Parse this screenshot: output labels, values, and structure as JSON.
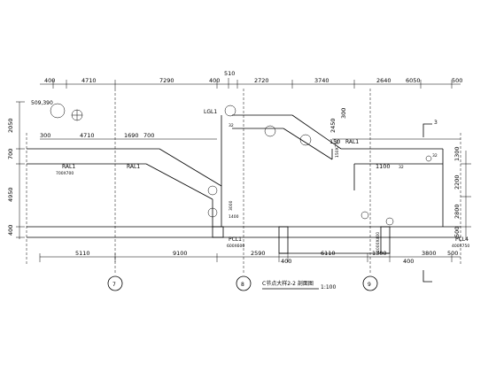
{
  "top_dims": [
    "400",
    "4710",
    "7290",
    "400",
    "510",
    "2720",
    "3740",
    "2640",
    "6050",
    "500"
  ],
  "top_dims_row2": [
    "300",
    "4710",
    "1690",
    "700",
    "150",
    "2450",
    "300",
    "1100"
  ],
  "left_dims": [
    "2050",
    "700",
    "4950",
    "400"
  ],
  "right_dims": [
    "1300",
    "2200",
    "2800",
    "500"
  ],
  "bottom_dims": [
    "5110",
    "9100",
    "400",
    "2590",
    "6110",
    "1300",
    "400",
    "3800",
    "500"
  ],
  "beam_labels": {
    "ral1_left": "RAL1",
    "ral1_left_size": "700X700",
    "ral1_mid": "RAL1",
    "ral1_right": "RAL1",
    "lgl1": "LGL1",
    "pcl1": "PCL1",
    "pcl1_size": "600X600",
    "pcl4": "PCL4",
    "pcl4_size": "400X750",
    "vert_size": "150X750",
    "sub_1400": "1400",
    "sub_3000": "3000",
    "sub_1000": "1000X400",
    "top_size": "509,390"
  },
  "rebar_labels": [
    "32",
    "32",
    "32"
  ],
  "section_mark": "3",
  "axes": [
    "7",
    "8",
    "9"
  ],
  "title": "C节点大样2-2 剖面图",
  "scale": "1:100"
}
